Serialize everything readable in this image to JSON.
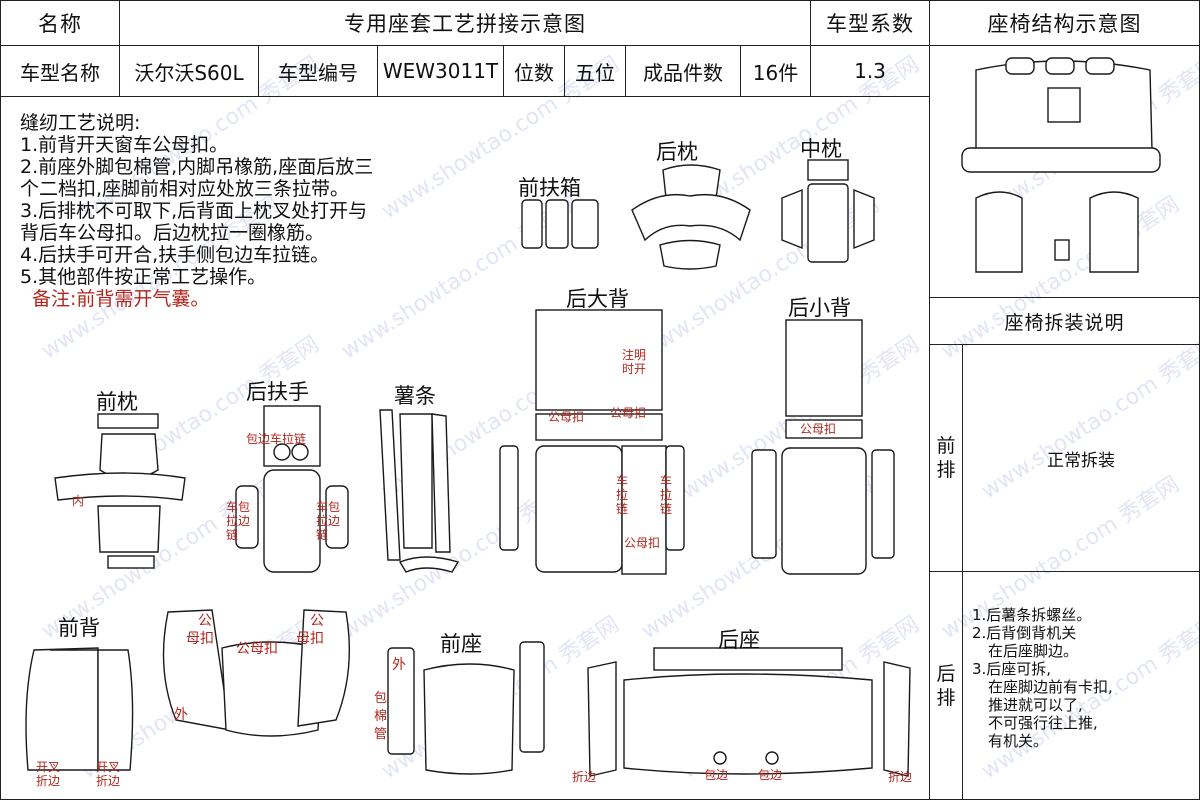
{
  "header": {
    "name_label": "名称",
    "title": "专用座套工艺拼接示意图",
    "coef_label": "车型系数",
    "struct_title": "座椅结构示意图"
  },
  "info": {
    "model_name_label": "车型名称",
    "model_name": "沃尔沃S60L",
    "model_code_label": "车型编号",
    "model_code": "WEW3011T",
    "seats_label": "位数",
    "seats": "五位",
    "pieces_label": "成品件数",
    "pieces": "16件",
    "coef": "1.3"
  },
  "instructions": {
    "title": "缝纫工艺说明:",
    "lines": [
      "1.前背开天窗车公母扣。",
      "2.前座外脚包棉管,内脚吊橡筋,座面后放三",
      "个二档扣,座脚前相对应处放三条拉带。",
      "3.后排枕不可取下,后背面上枕叉处打开与",
      "背后车公母扣。后边枕拉一圈橡筋。",
      "4.后扶手可开合,扶手侧包边车拉链。",
      "5.其他部件按正常工艺操作。"
    ],
    "remark": "备注:前背需开气囊。"
  },
  "parts": {
    "front_armrest_box": "前扶箱",
    "rear_headrest": "后枕",
    "mid_headrest": "中枕",
    "rear_big_back": "后大背",
    "rear_small_back": "后小背",
    "front_headrest": "前枕",
    "rear_armrest": "后扶手",
    "strip": "薯条",
    "front_back": "前背",
    "front_seat": "前座",
    "rear_seat": "后座"
  },
  "marks": {
    "note": "注明",
    "note2": "时开",
    "snap": "公母扣",
    "zip_edge": "包边车拉链",
    "zip_v": "车拉链",
    "zip_side": "车包拉边链",
    "inside": "内",
    "outside": "外",
    "cotton_tube": "包棉管",
    "male": "公",
    "snap_short": "母扣",
    "open_fork": "开叉",
    "fold_edge": "折边",
    "binding": "包边"
  },
  "panel": {
    "disassembly_title": "座椅拆装说明",
    "front_row": "前排",
    "front_row_text": "正常拆装",
    "rear_row": "后排",
    "rear_notes": [
      "1.后薯条拆螺丝。",
      "2.后背倒背机关",
      "  在后座脚边。",
      "3.后座可拆,",
      "  在座脚边前有卡扣,",
      "  推进就可以了,",
      "  不可强行往上推,",
      "  有机关。"
    ]
  },
  "watermark": "www.showtao.com 秀套网"
}
